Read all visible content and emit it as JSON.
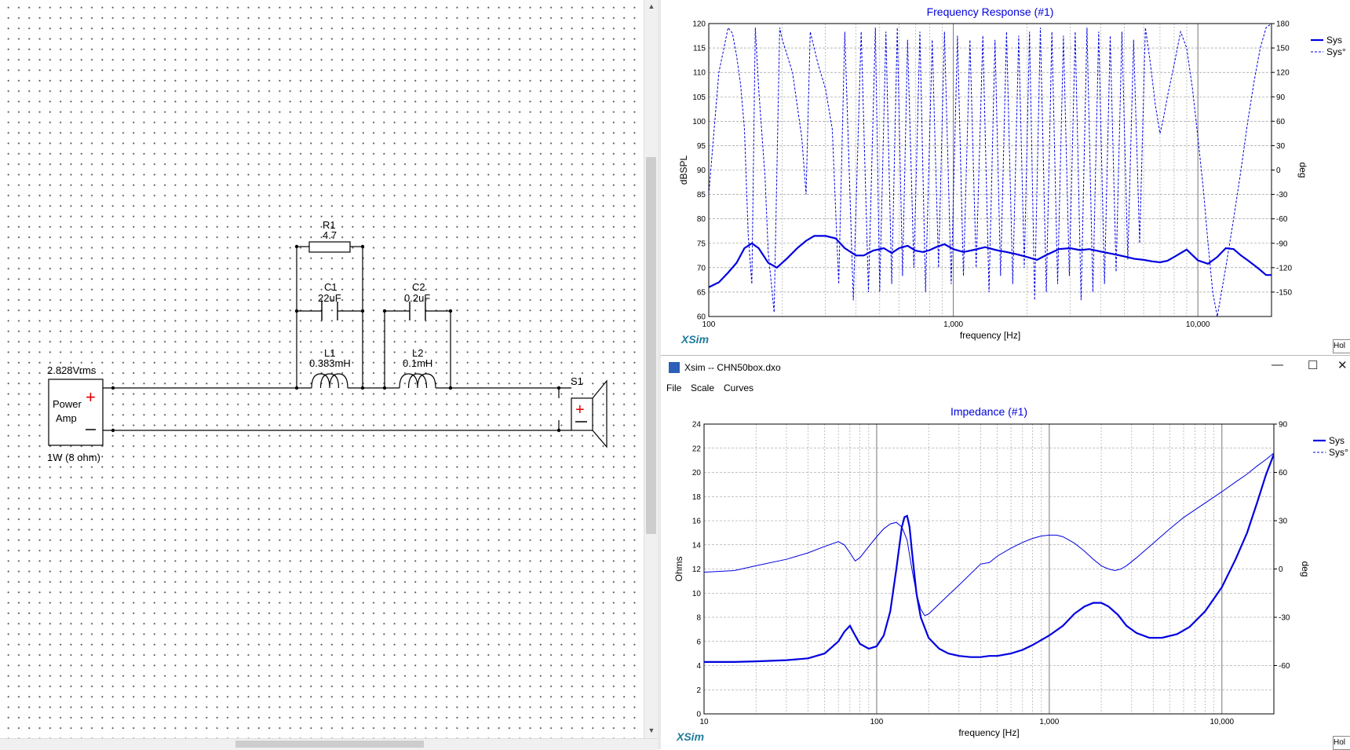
{
  "schematic": {
    "power_amp": {
      "name_line1": "Power",
      "name_line2": "Amp",
      "voltage": "2.828Vrms",
      "rating": "1W (8 ohm)"
    },
    "r1": {
      "ref": "R1",
      "value": "4.7"
    },
    "c1": {
      "ref": "C1",
      "value": "22uF"
    },
    "c2": {
      "ref": "C2",
      "value": "0.2uF"
    },
    "l1": {
      "ref": "L1",
      "value": "0.383mH"
    },
    "l2": {
      "ref": "L2",
      "value": "0.1mH"
    },
    "s1": {
      "ref": "S1"
    }
  },
  "frequency_window": {
    "hold_label": "Hol"
  },
  "impedance_window": {
    "title": "Xsim -- CHN50box.dxo",
    "menu": [
      "File",
      "Scale",
      "Curves"
    ],
    "controls": {
      "minimize": "—",
      "maximize": "☐",
      "close": "✕"
    },
    "hold_label": "Hol"
  },
  "chart_data": [
    {
      "type": "line",
      "title": "Frequency Response (#1)",
      "xlabel": "frequency [Hz]",
      "ylabel": "dBSPL",
      "y2label": "deg",
      "watermark": "XSim",
      "xscale": "log",
      "xlim": [
        100,
        20000
      ],
      "ylim": [
        60,
        120
      ],
      "y2lim": [
        -180,
        180
      ],
      "xticks": [
        100,
        1000,
        10000
      ],
      "xtick_labels": [
        "100",
        "1,000",
        "10,000"
      ],
      "yticks": [
        60,
        65,
        70,
        75,
        80,
        85,
        90,
        95,
        100,
        105,
        110,
        115,
        120
      ],
      "y2ticks": [
        -150,
        -120,
        -90,
        -60,
        -30,
        0,
        30,
        60,
        90,
        120,
        150,
        180
      ],
      "grid": true,
      "legend": "top-right",
      "colors": {
        "curve": "#0000e0",
        "title": "#0000dd",
        "watermark": "#1e7b9c"
      },
      "series": [
        {
          "name": "Sys",
          "style": "solid",
          "axis": "left",
          "x": [
            100,
            110,
            120,
            130,
            140,
            150,
            160,
            175,
            190,
            210,
            230,
            250,
            270,
            300,
            330,
            360,
            400,
            430,
            470,
            520,
            560,
            600,
            650,
            700,
            750,
            800,
            850,
            920,
            1000,
            1100,
            1200,
            1350,
            1500,
            1650,
            1800,
            2000,
            2200,
            2400,
            2700,
            3000,
            3300,
            3600,
            4000,
            4500,
            5000,
            5500,
            6000,
            6500,
            7000,
            7500,
            8000,
            9000,
            10000,
            11000,
            12000,
            13000,
            14000,
            15000,
            16000,
            17000,
            18000,
            19000,
            20000
          ],
          "y": [
            66,
            67,
            69,
            71,
            74,
            75,
            74,
            71,
            70,
            72,
            74,
            75.5,
            76.5,
            76.5,
            76,
            74,
            72.5,
            72.5,
            73.5,
            74,
            73,
            74,
            74.5,
            73.5,
            73.2,
            73.6,
            74.2,
            74.8,
            73.8,
            73.2,
            73.6,
            74.2,
            73.6,
            73.2,
            72.8,
            72.2,
            71.6,
            72.6,
            73.8,
            74,
            73.6,
            73.8,
            73.3,
            72.8,
            72.3,
            71.8,
            71.6,
            71.3,
            71.1,
            71.4,
            72.2,
            73.7,
            71.5,
            70.8,
            72.2,
            74,
            73.8,
            72.5,
            71.5,
            70.5,
            69.5,
            68.5,
            68.5
          ]
        },
        {
          "name": "Sys°",
          "style": "dashed",
          "axis": "right",
          "x": [
            100,
            110,
            120,
            125,
            130,
            135,
            140,
            145,
            150,
            155,
            160,
            170,
            175,
            185,
            195,
            200,
            220,
            240,
            250,
            260,
            280,
            300,
            320,
            340,
            360,
            390,
            420,
            450,
            480,
            500,
            530,
            560,
            590,
            620,
            650,
            690,
            730,
            770,
            820,
            870,
            920,
            980,
            1040,
            1100,
            1170,
            1240,
            1320,
            1400,
            1480,
            1560,
            1650,
            1750,
            1850,
            1950,
            2050,
            2150,
            2270,
            2400,
            2530,
            2670,
            2820,
            2980,
            3150,
            3330,
            3520,
            3720,
            3930,
            4150,
            4380,
            4630,
            4890,
            5170,
            5460,
            5780,
            6100,
            6400,
            6700,
            7000,
            7200,
            7500,
            8000,
            8500,
            9000,
            9500,
            10000,
            10500,
            11000,
            11500,
            12000,
            13000,
            14000,
            15000,
            16000,
            17000,
            18000,
            19000,
            20000
          ],
          "y": [
            -30,
            120,
            175,
            168,
            140,
            105,
            50,
            -80,
            -140,
            175,
            100,
            -10,
            -100,
            -175,
            175,
            160,
            120,
            40,
            -30,
            170,
            130,
            100,
            50,
            -140,
            170,
            -160,
            170,
            -150,
            175,
            -150,
            170,
            -140,
            175,
            -130,
            160,
            -120,
            170,
            -150,
            160,
            -120,
            170,
            -140,
            165,
            -130,
            160,
            -120,
            165,
            -150,
            160,
            -130,
            170,
            -140,
            165,
            -120,
            170,
            -160,
            175,
            -150,
            170,
            -140,
            165,
            -130,
            170,
            -160,
            175,
            -150,
            170,
            -140,
            165,
            -125,
            170,
            -110,
            160,
            -90,
            175,
            130,
            80,
            45,
            60,
            90,
            130,
            170,
            150,
            100,
            40,
            -20,
            -90,
            -150,
            -180,
            -120,
            -60,
            0,
            60,
            110,
            150,
            175,
            180
          ]
        }
      ]
    },
    {
      "type": "line",
      "title": "Impedance (#1)",
      "xlabel": "frequency [Hz]",
      "ylabel": "Ohms",
      "y2label": "deg",
      "watermark": "XSim",
      "xscale": "log",
      "xlim": [
        10,
        20000
      ],
      "ylim": [
        0,
        24
      ],
      "y2lim": [
        -90,
        90
      ],
      "xticks": [
        10,
        100,
        1000,
        10000
      ],
      "xtick_labels": [
        "10",
        "100",
        "1,000",
        "10,000"
      ],
      "yticks": [
        0,
        2,
        4,
        6,
        8,
        10,
        12,
        14,
        16,
        18,
        20,
        22,
        24
      ],
      "y2ticks": [
        -60,
        -30,
        0,
        30,
        60,
        90
      ],
      "grid": true,
      "legend": "top-right",
      "colors": {
        "curve": "#0000e0",
        "title": "#0000dd",
        "watermark": "#1e7b9c"
      },
      "series": [
        {
          "name": "Sys",
          "style": "solid",
          "axis": "left",
          "x": [
            10,
            15,
            20,
            30,
            40,
            50,
            60,
            65,
            70,
            75,
            80,
            90,
            100,
            110,
            120,
            130,
            140,
            145,
            150,
            155,
            160,
            170,
            180,
            200,
            230,
            260,
            300,
            350,
            400,
            450,
            500,
            600,
            700,
            800,
            1000,
            1200,
            1400,
            1600,
            1800,
            2000,
            2200,
            2500,
            2800,
            3200,
            3800,
            4500,
            5500,
            6500,
            8000,
            10000,
            12000,
            14000,
            16000,
            18000,
            20000
          ],
          "y": [
            4.3,
            4.3,
            4.35,
            4.45,
            4.6,
            5,
            6,
            6.8,
            7.3,
            6.5,
            5.8,
            5.4,
            5.6,
            6.5,
            8.5,
            12,
            15.5,
            16.3,
            16.4,
            15.5,
            13.5,
            10,
            8,
            6.3,
            5.4,
            5,
            4.8,
            4.7,
            4.7,
            4.8,
            4.8,
            5,
            5.3,
            5.7,
            6.5,
            7.3,
            8.3,
            8.9,
            9.2,
            9.2,
            8.9,
            8.2,
            7.3,
            6.7,
            6.3,
            6.3,
            6.6,
            7.2,
            8.5,
            10.5,
            12.8,
            15,
            17.5,
            19.8,
            21.5
          ]
        },
        {
          "name": "Sys°",
          "style": "solid-thin",
          "axis": "right",
          "x": [
            10,
            15,
            20,
            30,
            40,
            50,
            60,
            65,
            70,
            75,
            80,
            90,
            100,
            110,
            120,
            130,
            140,
            150,
            160,
            170,
            180,
            190,
            200,
            250,
            300,
            400,
            450,
            500,
            600,
            700,
            800,
            900,
            1000,
            1100,
            1200,
            1400,
            1600,
            1800,
            2000,
            2200,
            2400,
            2600,
            2800,
            3200,
            4000,
            5000,
            6000,
            8000,
            10000,
            12000,
            14000,
            16000,
            18000,
            20000
          ],
          "y": [
            -2,
            -1,
            2,
            6,
            10,
            14,
            17,
            15,
            10,
            5,
            7,
            14,
            20,
            25,
            28,
            29,
            26,
            18,
            0,
            -15,
            -25,
            -29,
            -28,
            -18,
            -10,
            3,
            4,
            8,
            13,
            16.5,
            19,
            20.5,
            21,
            21,
            20,
            16,
            11,
            6,
            2,
            0,
            -1,
            0,
            2,
            7,
            16,
            25,
            32,
            41,
            48,
            54,
            59,
            64,
            68,
            72
          ]
        }
      ]
    }
  ]
}
